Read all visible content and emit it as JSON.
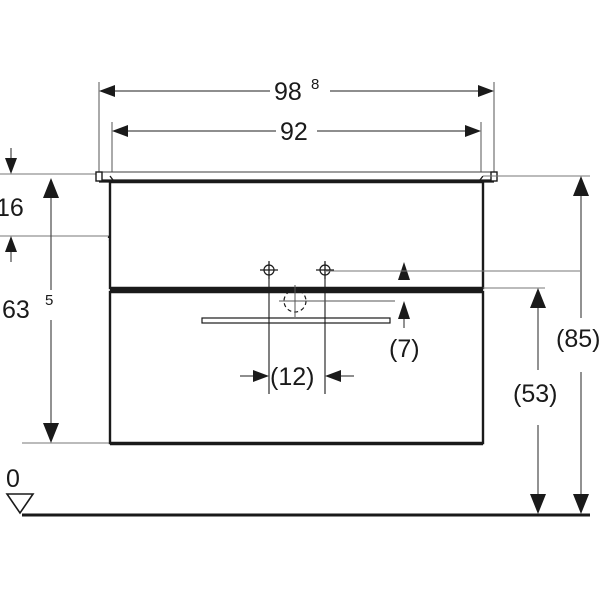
{
  "drawing": {
    "title": "Washbasin cabinet elevation drawing",
    "type": "technical-elevation",
    "units": "cm",
    "colors": {
      "line": "#1a1a1a",
      "thin_line": "#3c3c3c",
      "dim_line": "#4a4a4a",
      "background": "#ffffff"
    }
  },
  "dimensions": {
    "overall_width": {
      "label": "98",
      "superscript": "8",
      "full": "98.8",
      "placement": "top",
      "bracketed": false
    },
    "cabinet_width": {
      "label": "92",
      "superscript": "",
      "full": "92",
      "placement": "top",
      "bracketed": false
    },
    "basin_height": {
      "label": "16",
      "superscript": "",
      "full": "16",
      "placement": "left",
      "bracketed": false
    },
    "cabinet_height": {
      "label": "63",
      "superscript": "5",
      "full": "63.5",
      "placement": "left",
      "bracketed": false
    },
    "tap_spacing": {
      "label": "(12)",
      "full": "12",
      "placement": "center",
      "bracketed": true
    },
    "drain_offset": {
      "label": "(7)",
      "full": "7",
      "placement": "center-right",
      "bracketed": true
    },
    "install_height_low": {
      "label": "(53)",
      "full": "53",
      "placement": "right",
      "bracketed": true
    },
    "install_height_top": {
      "label": "(85)",
      "full": "85",
      "placement": "right-outer",
      "bracketed": true
    }
  },
  "datum": {
    "label": "0",
    "marker": "triangle-down-outline",
    "description": "floor datum level"
  },
  "markers": {
    "tap_hole_left": "crosshair-icon",
    "tap_hole_right": "crosshair-icon",
    "drain_circle": "dashed-circle-icon",
    "overflow_hole": "circle-icon"
  },
  "components": {
    "basin": "washbasin-outline",
    "countertop": "counter-top-slab",
    "drawer_upper": "upper-drawer",
    "drawer_lower": "lower-drawer",
    "handle_upper": "upper-drawer-handle",
    "handle_lower": "lower-drawer-handle",
    "floor_line": "floor-reference-line"
  }
}
